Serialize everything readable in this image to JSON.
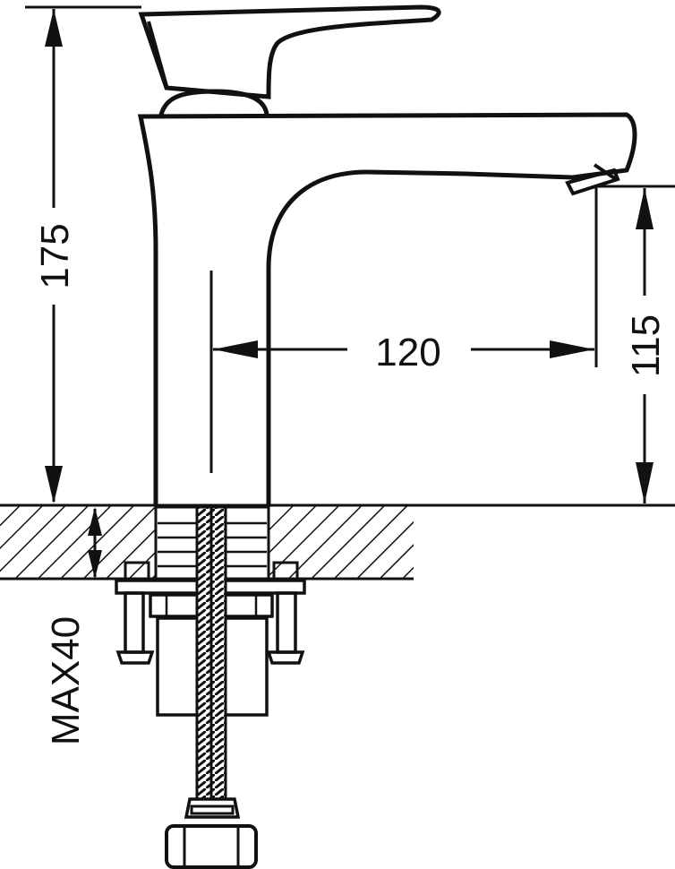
{
  "dimensions": {
    "total_height": "175",
    "spout_reach": "120",
    "spout_height": "115",
    "max_counter_thickness": "MAX40"
  },
  "colors": {
    "ink": "#111111",
    "background": "#ffffff"
  }
}
